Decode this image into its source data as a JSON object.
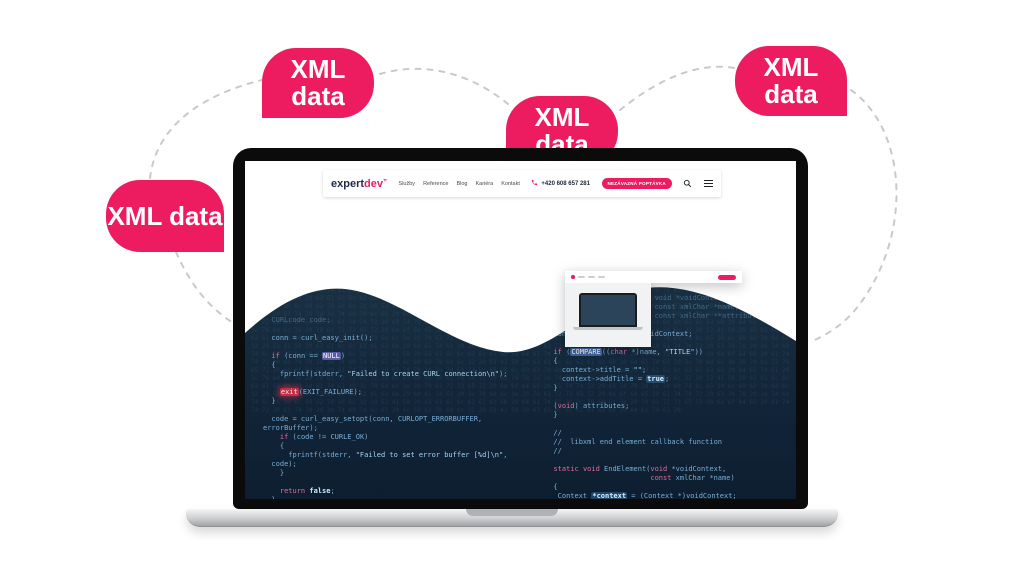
{
  "bubbles": [
    {
      "label": "XML data"
    },
    {
      "label": "XML data"
    },
    {
      "label": "XML data"
    },
    {
      "label": "XML data"
    }
  ],
  "site": {
    "logo": {
      "part1": "expert",
      "part2": "dev",
      "mark": "”"
    },
    "nav": [
      "Služby",
      "Reference",
      "Blog",
      "Kariéra",
      "Kontakt"
    ],
    "phone": "+420 608 657 281",
    "cta": "NEZÁVAZNÁ POPTÁVKA",
    "icons": {
      "search": "magnifier",
      "menu": "hamburger",
      "phone": "handset"
    }
  },
  "colors": {
    "pink": "#ED1C61",
    "navy": "#1E2A4D",
    "code_bg": "#16293C"
  },
  "code": {
    "left": [
      [
        [
          "  CURLcode code;",
          "dim"
        ]
      ],
      [
        ""
      ],
      [
        "  conn = curl_easy_init();"
      ],
      [
        ""
      ],
      [
        "  ",
        [
          "if",
          "kw"
        ],
        " (conn == ",
        [
          "NULL",
          "hlp"
        ],
        ")"
      ],
      [
        "  {"
      ],
      [
        "    fprintf(stderr, ",
        [
          "\"Failed to create CURL connection\\n\"",
          "str"
        ],
        ");"
      ],
      [
        ""
      ],
      [
        "    ",
        [
          "exit",
          "hlr"
        ],
        "(EXIT_FAILURE);"
      ],
      [
        "  }"
      ],
      [
        ""
      ],
      [
        "  code = curl_easy_setopt(conn, CURLOPT_ERRORBUFFER,"
      ],
      [
        "errorBuffer);"
      ],
      [
        "    ",
        [
          "if",
          "kw"
        ],
        " (code != CURLE_OK)"
      ],
      [
        "    {"
      ],
      [
        "      fprintf(stderr, ",
        [
          "\"Failed to set error buffer [%d]\\n\"",
          "str"
        ],
        ","
      ],
      [
        "  code);"
      ],
      [
        "    }"
      ],
      [
        ""
      ],
      [
        "    ",
        [
          "return",
          "kw"
        ],
        " ",
        [
          "false",
          "b"
        ],
        ";"
      ],
      [
        "  }"
      ]
    ],
    "right": [
      [
        [
          "                          void *voidContext,",
          "dim"
        ]
      ],
      [
        [
          "                          const xmlChar *name,",
          "dim"
        ]
      ],
      [
        [
          "                          const xmlChar **attribut",
          "dim"
        ]
      ],
      [
        ""
      ],
      [
        "  Context = (Context *)voidContext;"
      ],
      [
        ""
      ],
      [
        "  ",
        [
          "if",
          "kw"
        ],
        " (",
        [
          "COMPARE",
          "hlc"
        ],
        "((",
        [
          "char",
          "kw"
        ],
        " *)name, ",
        [
          "\"TITLE\"",
          "str"
        ],
        "))"
      ],
      [
        "  {"
      ],
      [
        "    context->title = ",
        [
          "\"\"",
          "str"
        ],
        ";"
      ],
      [
        "    context->addTitle = ",
        [
          "true",
          "bh"
        ],
        ";"
      ],
      [
        "  }"
      ],
      [
        ""
      ],
      [
        "  (",
        [
          "void",
          "kw"
        ],
        ") attributes;"
      ],
      [
        "  }"
      ],
      [
        ""
      ],
      [
        "  //"
      ],
      [
        "  //  libxml end element callback function"
      ],
      [
        "  //"
      ],
      [
        ""
      ],
      [
        "  ",
        [
          "static",
          "kw"
        ],
        " ",
        [
          "void",
          "kw"
        ],
        " EndElement(",
        [
          "void",
          "kw"
        ],
        " *voidContext,"
      ],
      [
        "                         ",
        [
          "const",
          "kw"
        ],
        " xmlChar *name)"
      ],
      [
        "  {"
      ],
      [
        "   Context ",
        [
          "*context",
          "bh"
        ],
        " = (Context *)voidContext;"
      ]
    ],
    "texture": "3c 78 6d 6c 3e 20 70 61 72 73 65 72 20 6e 6f 64 65 20 61 74 74 72 20 63 74 78 2d 3e 74 69 74 6c 65 20 6c 69 62 78 6d 6c 32 20 53 41 58 20 63 61 6c 6c 62 61 63 6b 20 64 61 74 61 20 "
  }
}
